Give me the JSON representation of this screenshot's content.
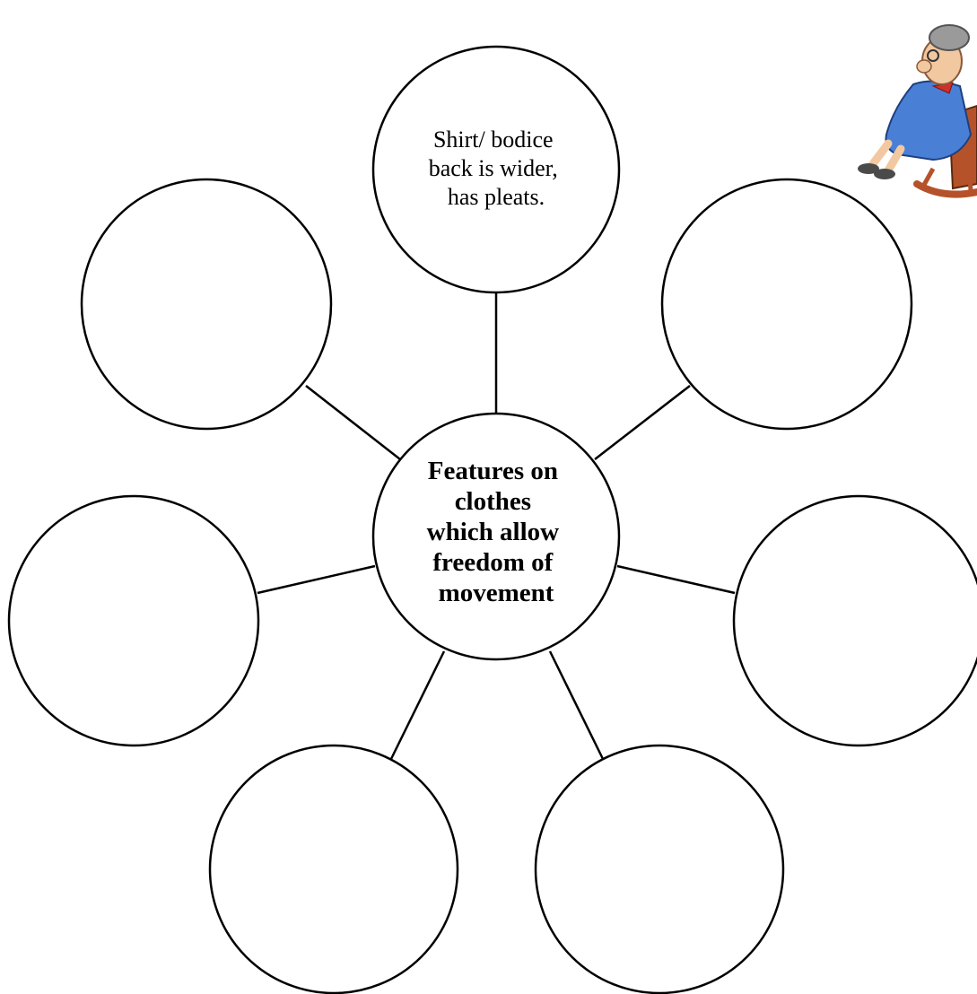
{
  "diagram": {
    "type": "spider-diagram",
    "center": {
      "lines": [
        "Features on",
        "clothes",
        "which allow",
        "freedom of",
        "movement"
      ]
    },
    "bubbles": [
      {
        "id": "top",
        "lines": [
          "Shirt/ bodice",
          "back is wider,",
          "has pleats."
        ]
      },
      {
        "id": "upper-left",
        "lines": []
      },
      {
        "id": "upper-right",
        "lines": []
      },
      {
        "id": "middle-left",
        "lines": []
      },
      {
        "id": "middle-right",
        "lines": []
      },
      {
        "id": "lower-left",
        "lines": []
      },
      {
        "id": "lower-right",
        "lines": []
      }
    ]
  },
  "illustration": {
    "icon": "grandmother-in-rocking-chair-icon",
    "colors": {
      "dress": "#4a7fd6",
      "skin": "#f2c8a0",
      "hair": "#9a9a9a",
      "chair": "#b5522a",
      "scarf": "#d0302a"
    }
  }
}
